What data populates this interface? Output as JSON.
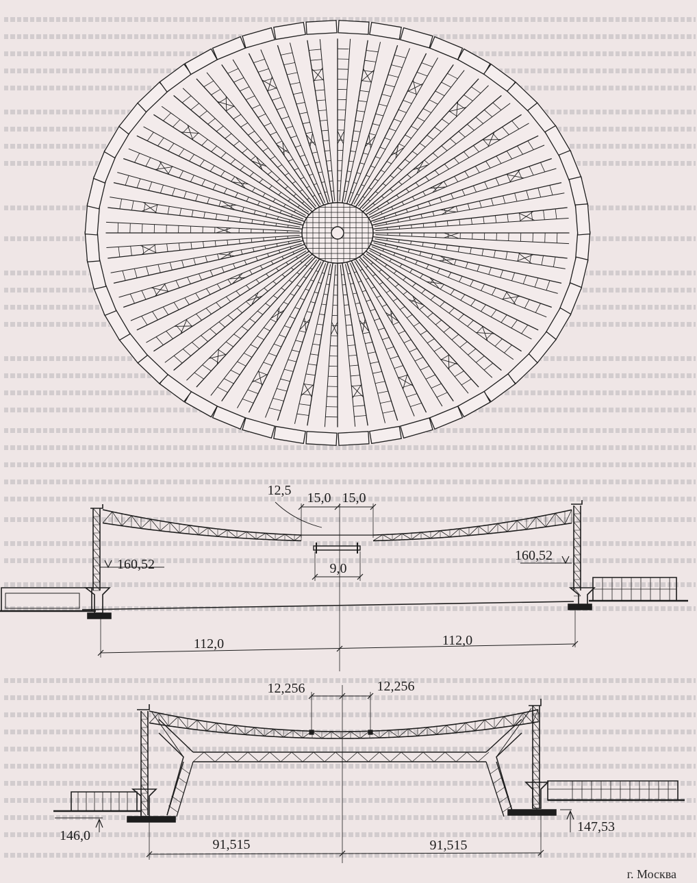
{
  "figure": {
    "plan_view": {
      "radial_segments": 48,
      "rim_blocks": 48
    },
    "section_upper": {
      "dimensions": {
        "d1": "12,5",
        "d2": "15,0",
        "d3": "15,0",
        "d4": "9,0",
        "level_left": "160,52",
        "level_right": "160,52",
        "span_left": "112,0",
        "span_right": "112,0"
      }
    },
    "section_lower": {
      "dimensions": {
        "d1": "12,256",
        "d2": "12,256",
        "level_left": "146,0",
        "level_right": "147,53",
        "span_left": "91,515",
        "span_right": "91,515"
      }
    },
    "caption_fragment": "г. Москва"
  },
  "colors": {
    "paper": "#efe6e6",
    "ink": "#1d1d1d",
    "faint_text": "#8a8a92"
  }
}
